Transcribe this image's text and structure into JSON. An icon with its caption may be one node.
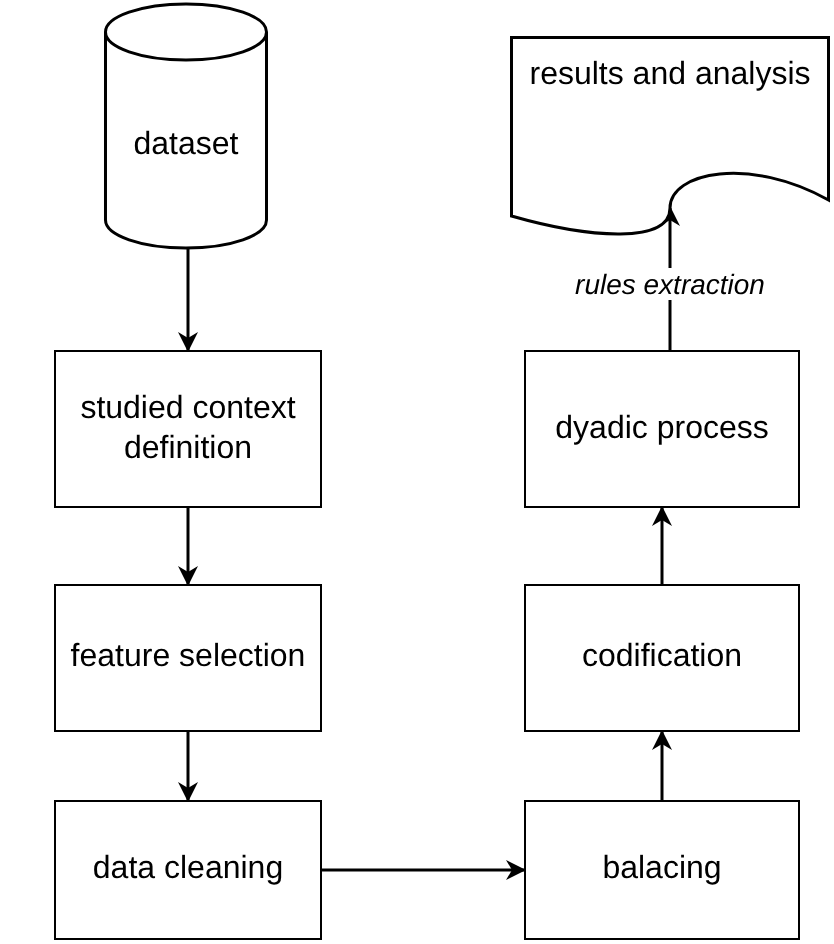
{
  "diagram": {
    "nodes": [
      {
        "text": [
          "dataset"
        ]
      },
      {
        "text": [
          "studied context definition"
        ]
      },
      {
        "text": [
          "feature selection"
        ]
      },
      {
        "text": [
          "data cleaning"
        ]
      },
      {
        "text": [
          "balacing"
        ]
      },
      {
        "text": [
          "codification"
        ]
      },
      {
        "text": [
          "dyadic process"
        ]
      },
      {
        "text": [
          "results and analysis"
        ]
      }
    ],
    "edges": [
      {
        "from": 0,
        "to": 1,
        "arrow": "to"
      },
      {
        "from": 1,
        "to": 2,
        "arrow": "to"
      },
      {
        "from": 2,
        "to": 3,
        "arrow": "to"
      },
      {
        "from": 3,
        "to": 4,
        "arrow": "to"
      },
      {
        "from": 4,
        "to": 5,
        "arrow": "to"
      },
      {
        "from": 5,
        "to": 6,
        "arrow": "to"
      },
      {
        "from": 6,
        "to": 7,
        "arrow": "to",
        "label": "rules extraction"
      }
    ]
  }
}
